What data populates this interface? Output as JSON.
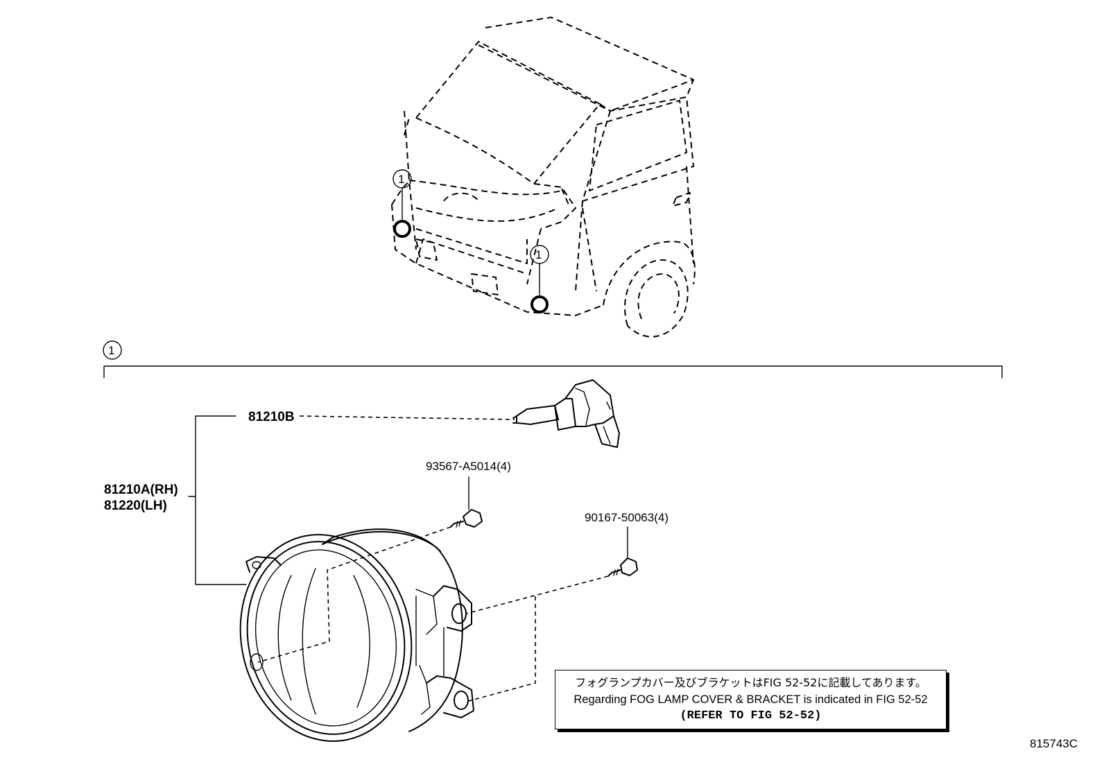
{
  "callouts": {
    "circle_number": "1"
  },
  "parts": {
    "bulb": "81210B",
    "lamp_rh": "81210A(RH)",
    "lamp_lh": "81220(LH)",
    "screw_a": "93567-A5014(4)",
    "screw_b": "90167-50063(4)"
  },
  "note": {
    "line_jp": "フォグランプカバー及びブラケットはFIG 52-52に記載してあります。",
    "line_en": "Regarding FOG LAMP COVER & BRACKET is indicated in FIG 52-52",
    "line_ref": "(REFER TO FIG 52-52)"
  },
  "diagram_id": "815743C"
}
